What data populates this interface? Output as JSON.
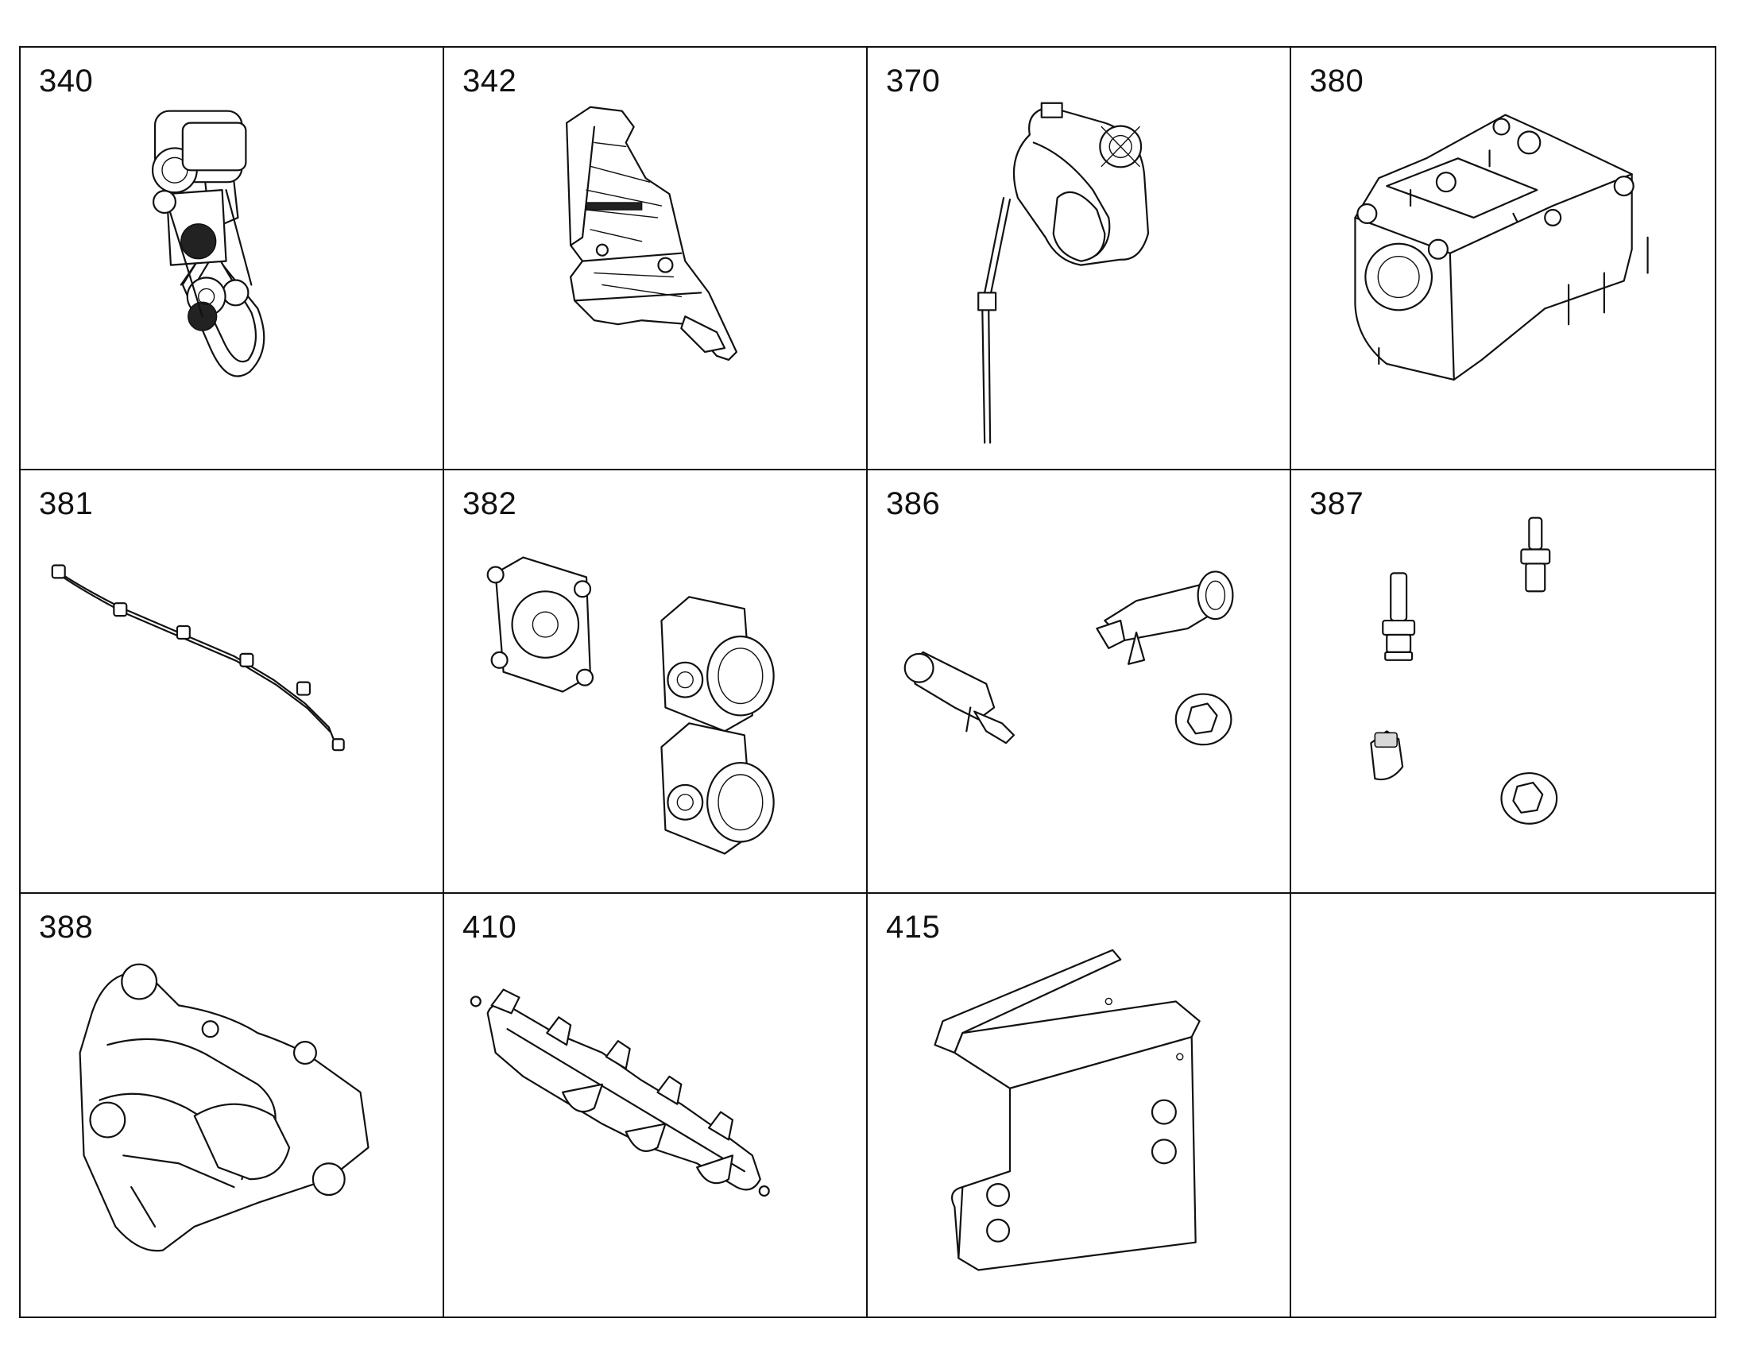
{
  "parts": [
    {
      "id": "340",
      "icon": "belt-drive-assembly-icon"
    },
    {
      "id": "342",
      "icon": "mounting-bracket-icon"
    },
    {
      "id": "370",
      "icon": "oil-pump-with-dipstick-icon"
    },
    {
      "id": "380",
      "icon": "pump-housing-icon"
    },
    {
      "id": "381",
      "icon": "injector-wiring-harness-icon"
    },
    {
      "id": "382",
      "icon": "cover-and-housing-icon"
    },
    {
      "id": "386",
      "icon": "valves-and-plug-icon"
    },
    {
      "id": "387",
      "icon": "fittings-and-plugs-icon"
    },
    {
      "id": "388",
      "icon": "flywheel-housing-icon"
    },
    {
      "id": "410",
      "icon": "exhaust-manifold-icon"
    },
    {
      "id": "415",
      "icon": "support-bracket-icon"
    },
    {
      "id": "",
      "icon": ""
    }
  ]
}
